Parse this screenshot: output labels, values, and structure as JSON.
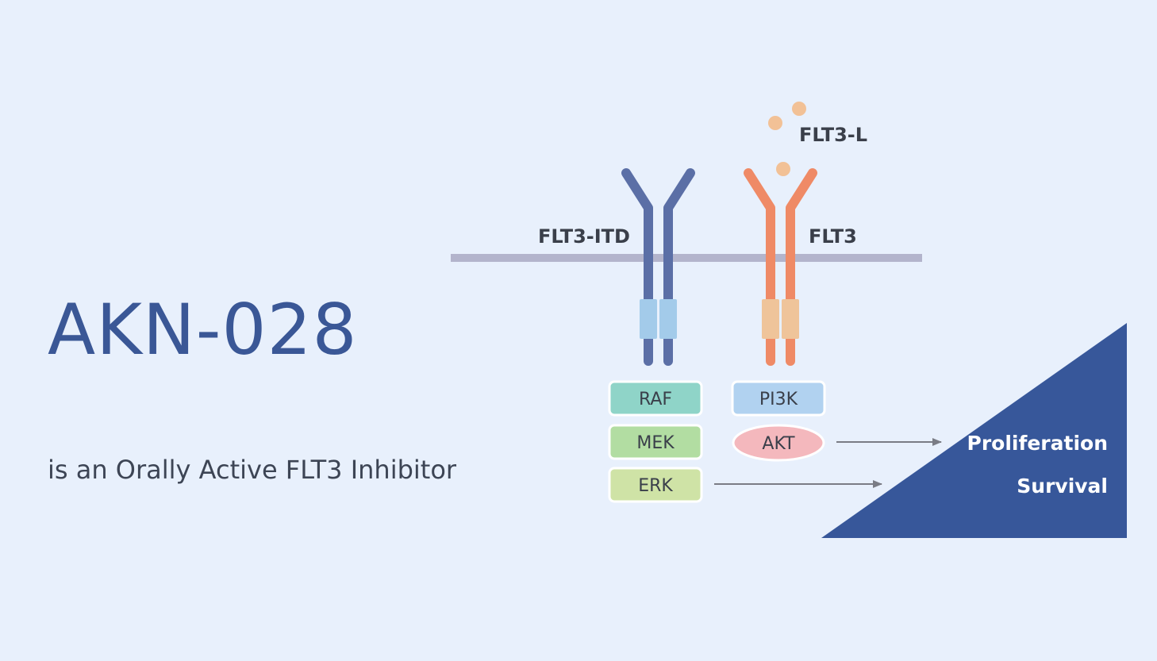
{
  "title": "AKN-028",
  "subtitle": "is an Orally Active FLT3 Inhibitor",
  "receptors": {
    "mutant_label": "FLT3-ITD",
    "wildtype_label": "FLT3",
    "ligand_label": "FLT3-L"
  },
  "pathways": {
    "left": [
      "RAF",
      "MEK",
      "ERK"
    ],
    "right": [
      "PI3K",
      "AKT"
    ]
  },
  "outcomes": [
    "Proliferation",
    "Survival"
  ],
  "colors": {
    "background": "#e8f0fc",
    "membrane": "#b3b4cc",
    "flt3_itd": "#5b6fa6",
    "flt3": "#ef8a66",
    "ligand": "#f2c196",
    "raf": "#8fd4c8",
    "mek": "#b2dda2",
    "erk": "#cfe3a6",
    "pi3k": "#b1d2f0",
    "akt": "#f4b8bd",
    "triangle": "#37579a",
    "title": "#3a5796"
  }
}
